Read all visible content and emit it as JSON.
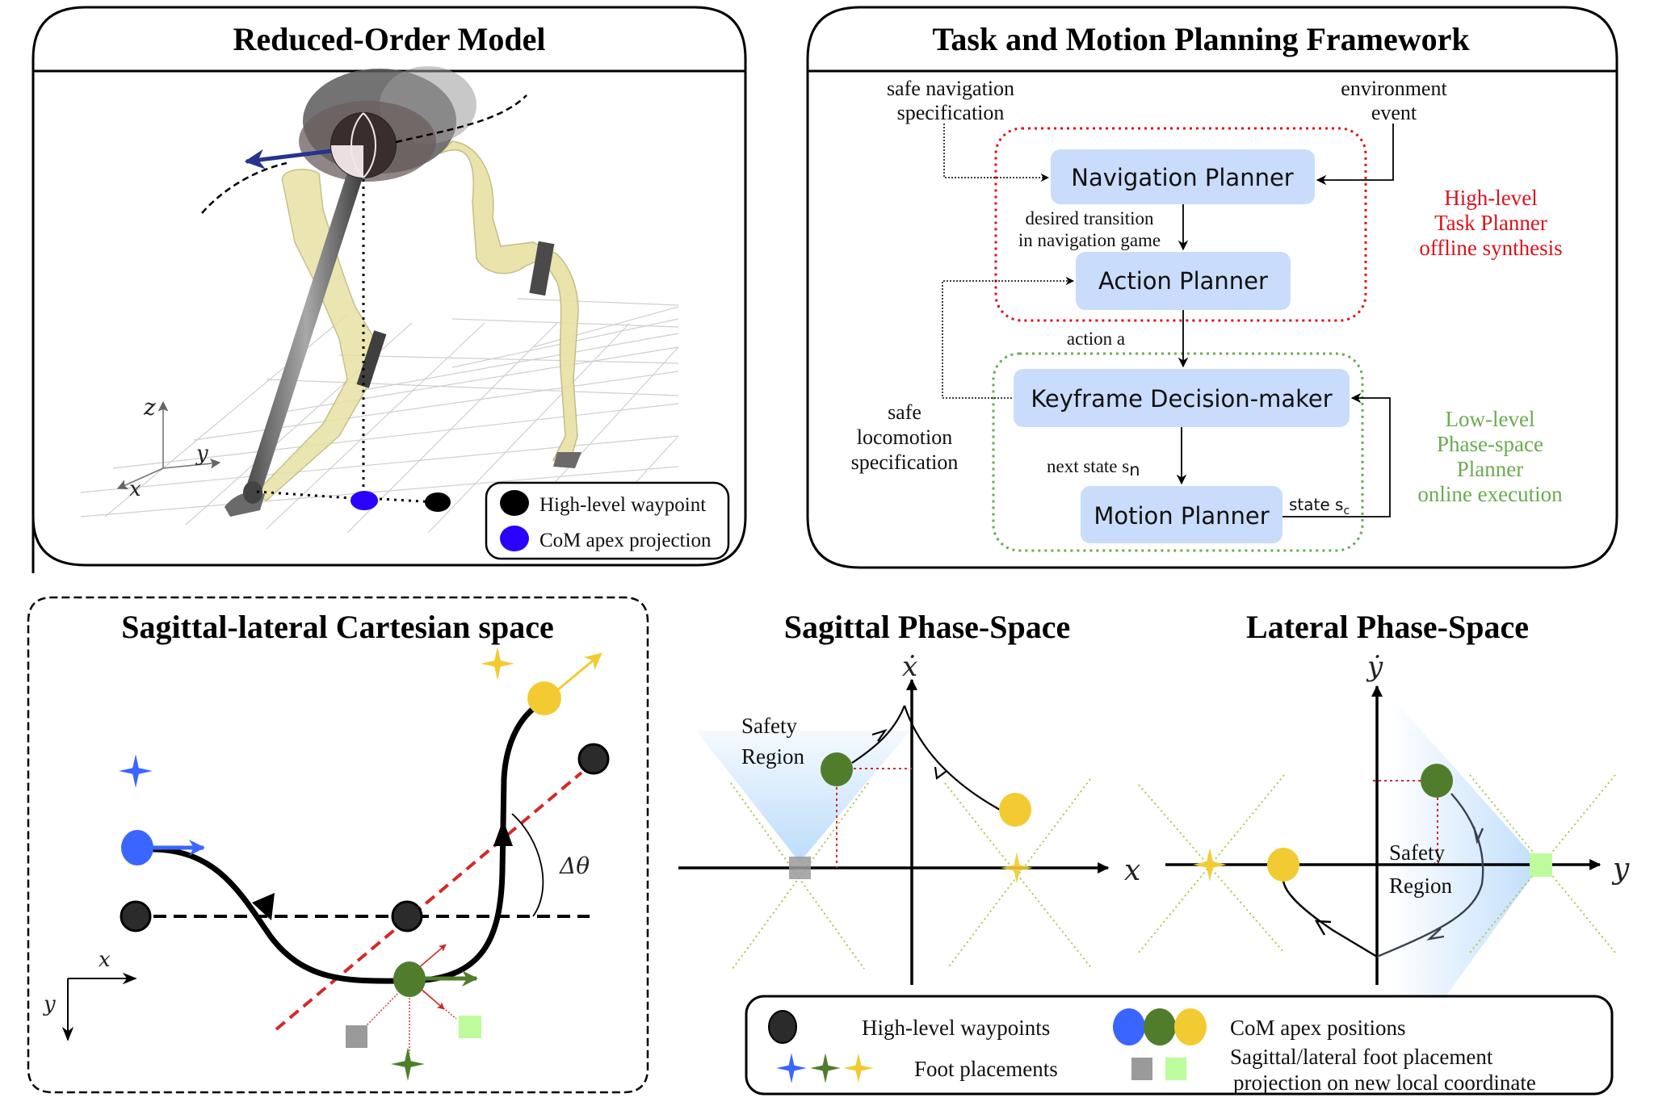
{
  "colors": {
    "box_fill": "#c9dcfb",
    "high_level_red": "#d9141e",
    "low_level_green": "#6aab4f",
    "com_blue": "#3a66ff",
    "com_green": "#4f7d2c",
    "com_yellow": "#f2cb33",
    "waypoint_dark": "#2b2b2b",
    "projection_blue": "#2a00ff",
    "foot_gray": "#9a9a9a",
    "foot_lightgreen": "#bdfb9c",
    "safety_region": "#bcdcfb",
    "dashed_red": "#d22a2a"
  },
  "panels": {
    "reduced_order": {
      "title": "Reduced-Order Model",
      "axes": {
        "z": "z",
        "y": "y",
        "x": "x"
      },
      "legend": [
        {
          "icon": "black-ellipse",
          "label": "High-level waypoint"
        },
        {
          "icon": "blue-ellipse",
          "label": "CoM apex projection"
        }
      ]
    },
    "tamp": {
      "title": "Task and Motion Planning Framework",
      "inputs": {
        "safe_nav_line1": "safe navigation",
        "safe_nav_line2": "specification",
        "env_line1": "environment",
        "env_line2": "event",
        "safe_loco_line1": "safe",
        "safe_loco_line2": "locomotion",
        "safe_loco_line3": "specification"
      },
      "boxes": {
        "navigation": "Navigation Planner",
        "action": "Action Planner",
        "keyframe": "Keyframe Decision-maker",
        "motion": "Motion Planner"
      },
      "edges": {
        "desired_line1": "desired transition",
        "desired_line2": "in navigation game",
        "action_a": "action a",
        "next_state": "next state s",
        "next_state_sub": "n",
        "state": "state s",
        "state_sub": "c"
      },
      "groups": {
        "high_line1": "High-level",
        "high_line2": "Task Planner",
        "high_line3": "offline synthesis",
        "low_line1": "Low-level",
        "low_line2": "Phase-space",
        "low_line3": "Planner",
        "low_line4": "online execution"
      }
    },
    "cartesian": {
      "title": "Sagittal-lateral Cartesian space",
      "x_label": "x",
      "y_label": "y",
      "angle_label": "Δθ"
    },
    "sagittal": {
      "title": "Sagittal Phase-Space",
      "h_axis": "x",
      "v_axis": "ẋ",
      "region_line1": "Safety",
      "region_line2": "Region"
    },
    "lateral": {
      "title": "Lateral Phase-Space",
      "h_axis": "y",
      "v_axis": "ẏ",
      "region_line1": "Safety",
      "region_line2": "Region"
    },
    "legend": {
      "waypoints": "High-level waypoints",
      "com": "CoM apex positions",
      "foot": "Foot placements",
      "projection_line1": "Sagittal/lateral foot placement",
      "projection_line2": "projection on new local coordinate"
    }
  }
}
